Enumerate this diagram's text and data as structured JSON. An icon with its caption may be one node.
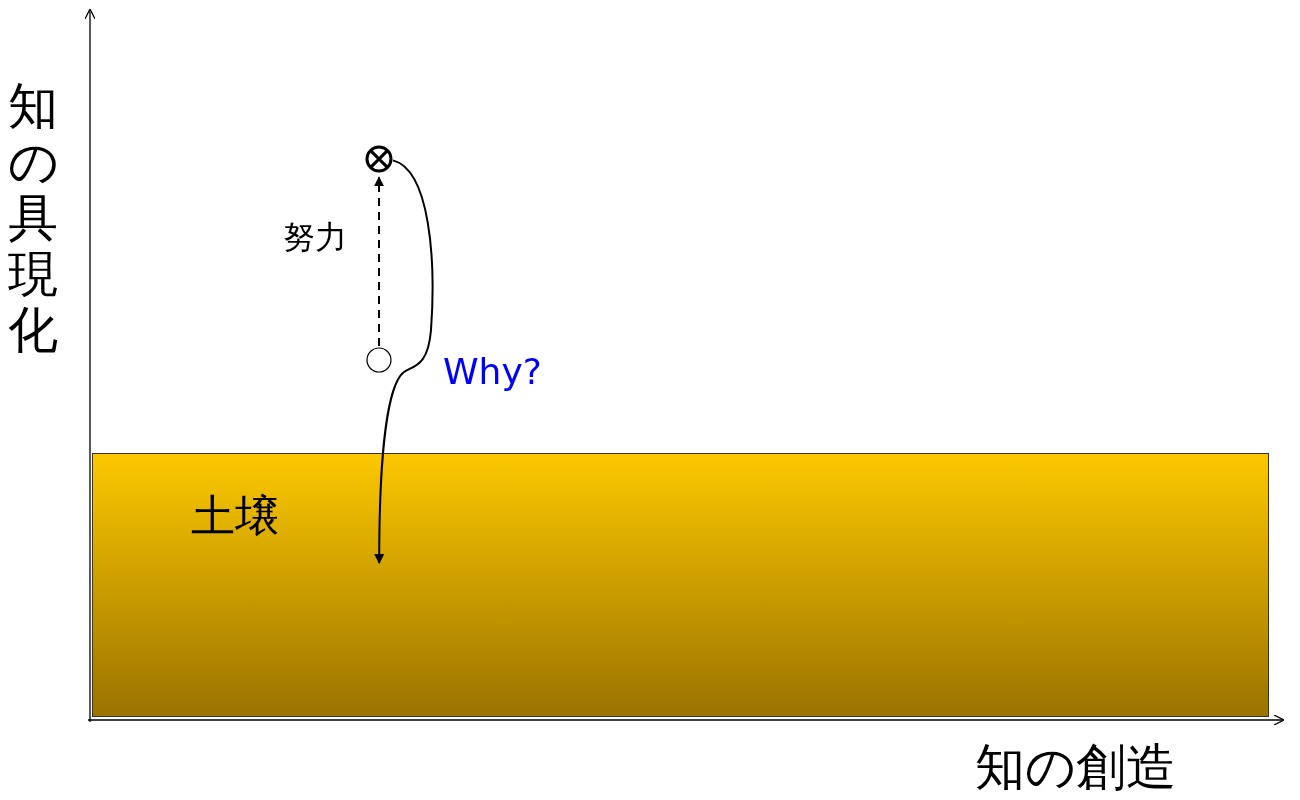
{
  "diagram": {
    "nodes": [
      {
        "text": [],
        "shape": "circle"
      },
      {
        "text": [],
        "shape": "circle"
      },
      {
        "text": [
          "土壌"
        ]
      }
    ],
    "edges": [
      {
        "from": 1,
        "to": 0,
        "arrow": "to",
        "style": "dashed",
        "label": "努力"
      },
      {
        "from": 0,
        "to": 2,
        "arrow": "to",
        "label": "Why?"
      }
    ],
    "labels": [
      "知の具現化",
      "知の創造"
    ]
  }
}
